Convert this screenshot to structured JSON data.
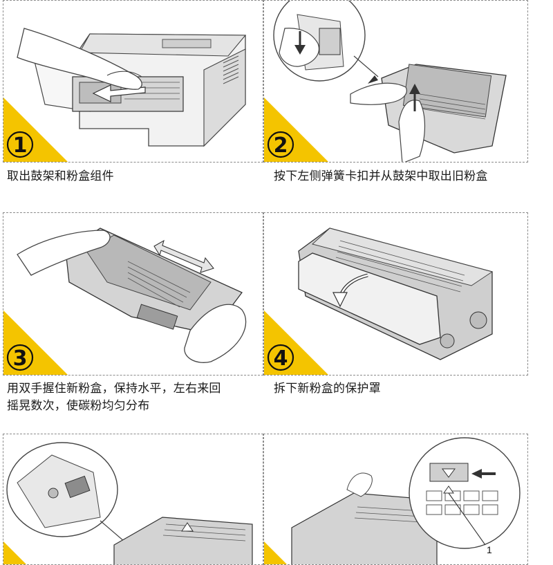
{
  "steps": [
    {
      "number": "1",
      "caption": "取出鼓架和粉盒组件"
    },
    {
      "number": "2",
      "caption": "按下左侧弹簧卡扣并从鼓架中取出旧粉盒"
    },
    {
      "number": "3",
      "caption_line1": "用双手握住新粉盒，保持水平，左右来回",
      "caption_line2": "摇晃数次，使碳粉均匀分布"
    },
    {
      "number": "4",
      "caption": "拆下新粉盒的保护罩"
    }
  ],
  "callouts": {
    "panel6_label": "1"
  },
  "colors": {
    "badge_yellow": "#f4c400",
    "line_gray": "#555555",
    "fill_gray": "#d9d9d9",
    "dark_gray": "#3a3a3a"
  }
}
